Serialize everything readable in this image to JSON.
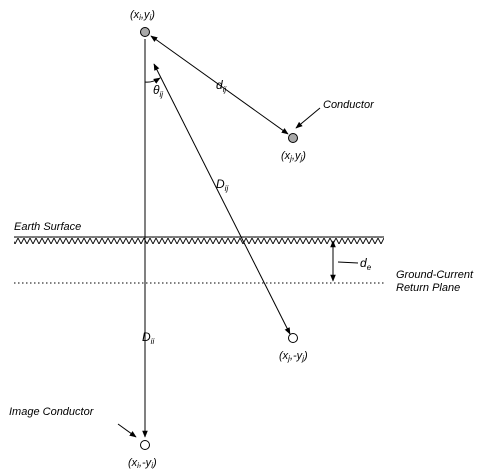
{
  "colors": {
    "ink": "#000000",
    "background": "#ffffff",
    "conductor_fill": "#a9a9a9"
  },
  "labels": {
    "conductor_i": {
      "pre": "(x",
      "i1": "i",
      "mid": ",y",
      "i2": "i",
      "post": ")"
    },
    "conductor_j": {
      "pre": "(x",
      "i1": "j",
      "mid": ",y",
      "i2": "j",
      "post": ")"
    },
    "image_j": {
      "pre": "(x",
      "i1": "j",
      "mid": ",-y",
      "i2": "j",
      "post": ")"
    },
    "image_i": {
      "pre": "(x",
      "i1": "i",
      "mid": ",-y",
      "i2": "i",
      "post": ")"
    },
    "d_ij": {
      "main": "d",
      "sub": "ij"
    },
    "theta_ij": {
      "main": "θ",
      "sub": "ij"
    },
    "D_ij": {
      "main": "D",
      "sub": "ij"
    },
    "D_ii": {
      "main": "D",
      "sub": "ii"
    },
    "d_e": {
      "main": "d",
      "sub": "e"
    },
    "conductor": "Conductor",
    "earth_surface": "Earth Surface",
    "return_plane_line1": "Ground-Current",
    "return_plane_line2": "Return Plane",
    "image_conductor": "Image Conductor"
  }
}
